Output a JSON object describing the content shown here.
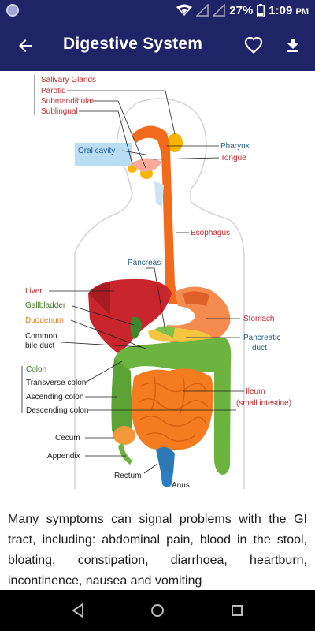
{
  "status_bar": {
    "battery": "27%",
    "time": "1:09",
    "ampm": "PM"
  },
  "app_bar": {
    "title": "Digestive System"
  },
  "diagram": {
    "salivary_glands": "Salivary Glands",
    "parotid": "Parotid",
    "submandibular": "Submandibular",
    "sublingual": "Sublingual",
    "oral_cavity": "Oral cavity",
    "pharynx": "Pharynx",
    "tongue": "Tongue",
    "esophagus": "Esophagus",
    "pancreas": "Pancreas",
    "liver": "Liver",
    "gallbladder": "Gallbladder",
    "duodenum": "Duodenum",
    "common_bile_duct_1": "Common",
    "common_bile_duct_2": "bile duct",
    "stomach": "Stomach",
    "pancreatic_duct_1": "Pancreatic",
    "pancreatic_duct_2": "duct",
    "colon": "Colon",
    "transverse_colon": "Transverse colon",
    "ascending_colon": "Ascending colon",
    "descending_colon": "Descending colon",
    "ileum": "Ileum",
    "small_intestine": "(small intestine)",
    "cecum": "Cecum",
    "appendix": "Appendix",
    "rectum": "Rectum",
    "anus": "Anus"
  },
  "article": {
    "text": "Many symptoms can signal problems with the GI tract, including: abdominal pain, blood in the stool, bloating, constipation, diarrhoea, heartburn, incontinence, nausea and vomiting"
  },
  "colors": {
    "app_bar": "#1e2466",
    "esophagus": "#f26a1b",
    "liver": "#c8262c",
    "colon": "#6cb33f",
    "small_intestine": "#f47b20",
    "label_red": "#c0282e",
    "label_blue": "#1f5e8c",
    "label_green": "#3f7d20"
  }
}
